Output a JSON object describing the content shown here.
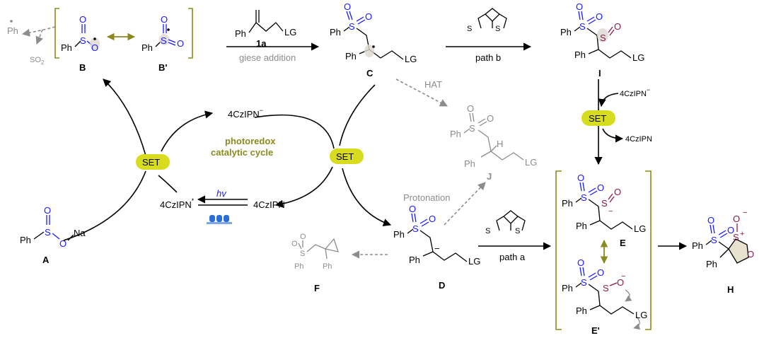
{
  "cycle": {
    "title_line1": "photoredox",
    "title_line2": "catalytic cycle",
    "set_label": "SET",
    "cat_reduced": "4CzIPN",
    "cat_reduced_sup": "−",
    "cat_excited": "4CzIPN",
    "cat_excited_sup": "*",
    "cat_ground": "4CzIPN",
    "hv": "hv"
  },
  "compounds": {
    "A": "A",
    "B": "B",
    "B_prime": "B'",
    "C": "C",
    "D": "D",
    "E": "E",
    "E_prime": "E'",
    "F": "F",
    "H": "H",
    "I": "I",
    "J": "J"
  },
  "reagent": {
    "label": "1a"
  },
  "steps": {
    "giese": "giese addition",
    "path_a": "path a",
    "path_b": "path b",
    "hat": "HAT",
    "protonation": "Protonation",
    "set_right": "SET",
    "cat_in": "4CzIPN",
    "cat_in_sup": "−",
    "cat_out": "4CzIPN"
  },
  "atoms": {
    "Ph": "Ph",
    "S": "S",
    "O": "O",
    "Na": "Na",
    "LG": "LG",
    "H": "H",
    "SO2": "SO",
    "SO2_sub": "2",
    "plus": "+",
    "minus": "−"
  },
  "colors": {
    "sulfonyl_blue": "#1a1aff",
    "sulfinate_maroon": "#8b1a4a",
    "set_yellow": "#d8dc1e",
    "bracket_olive": "#8b8a1e",
    "gray": "#8c8c8c"
  }
}
